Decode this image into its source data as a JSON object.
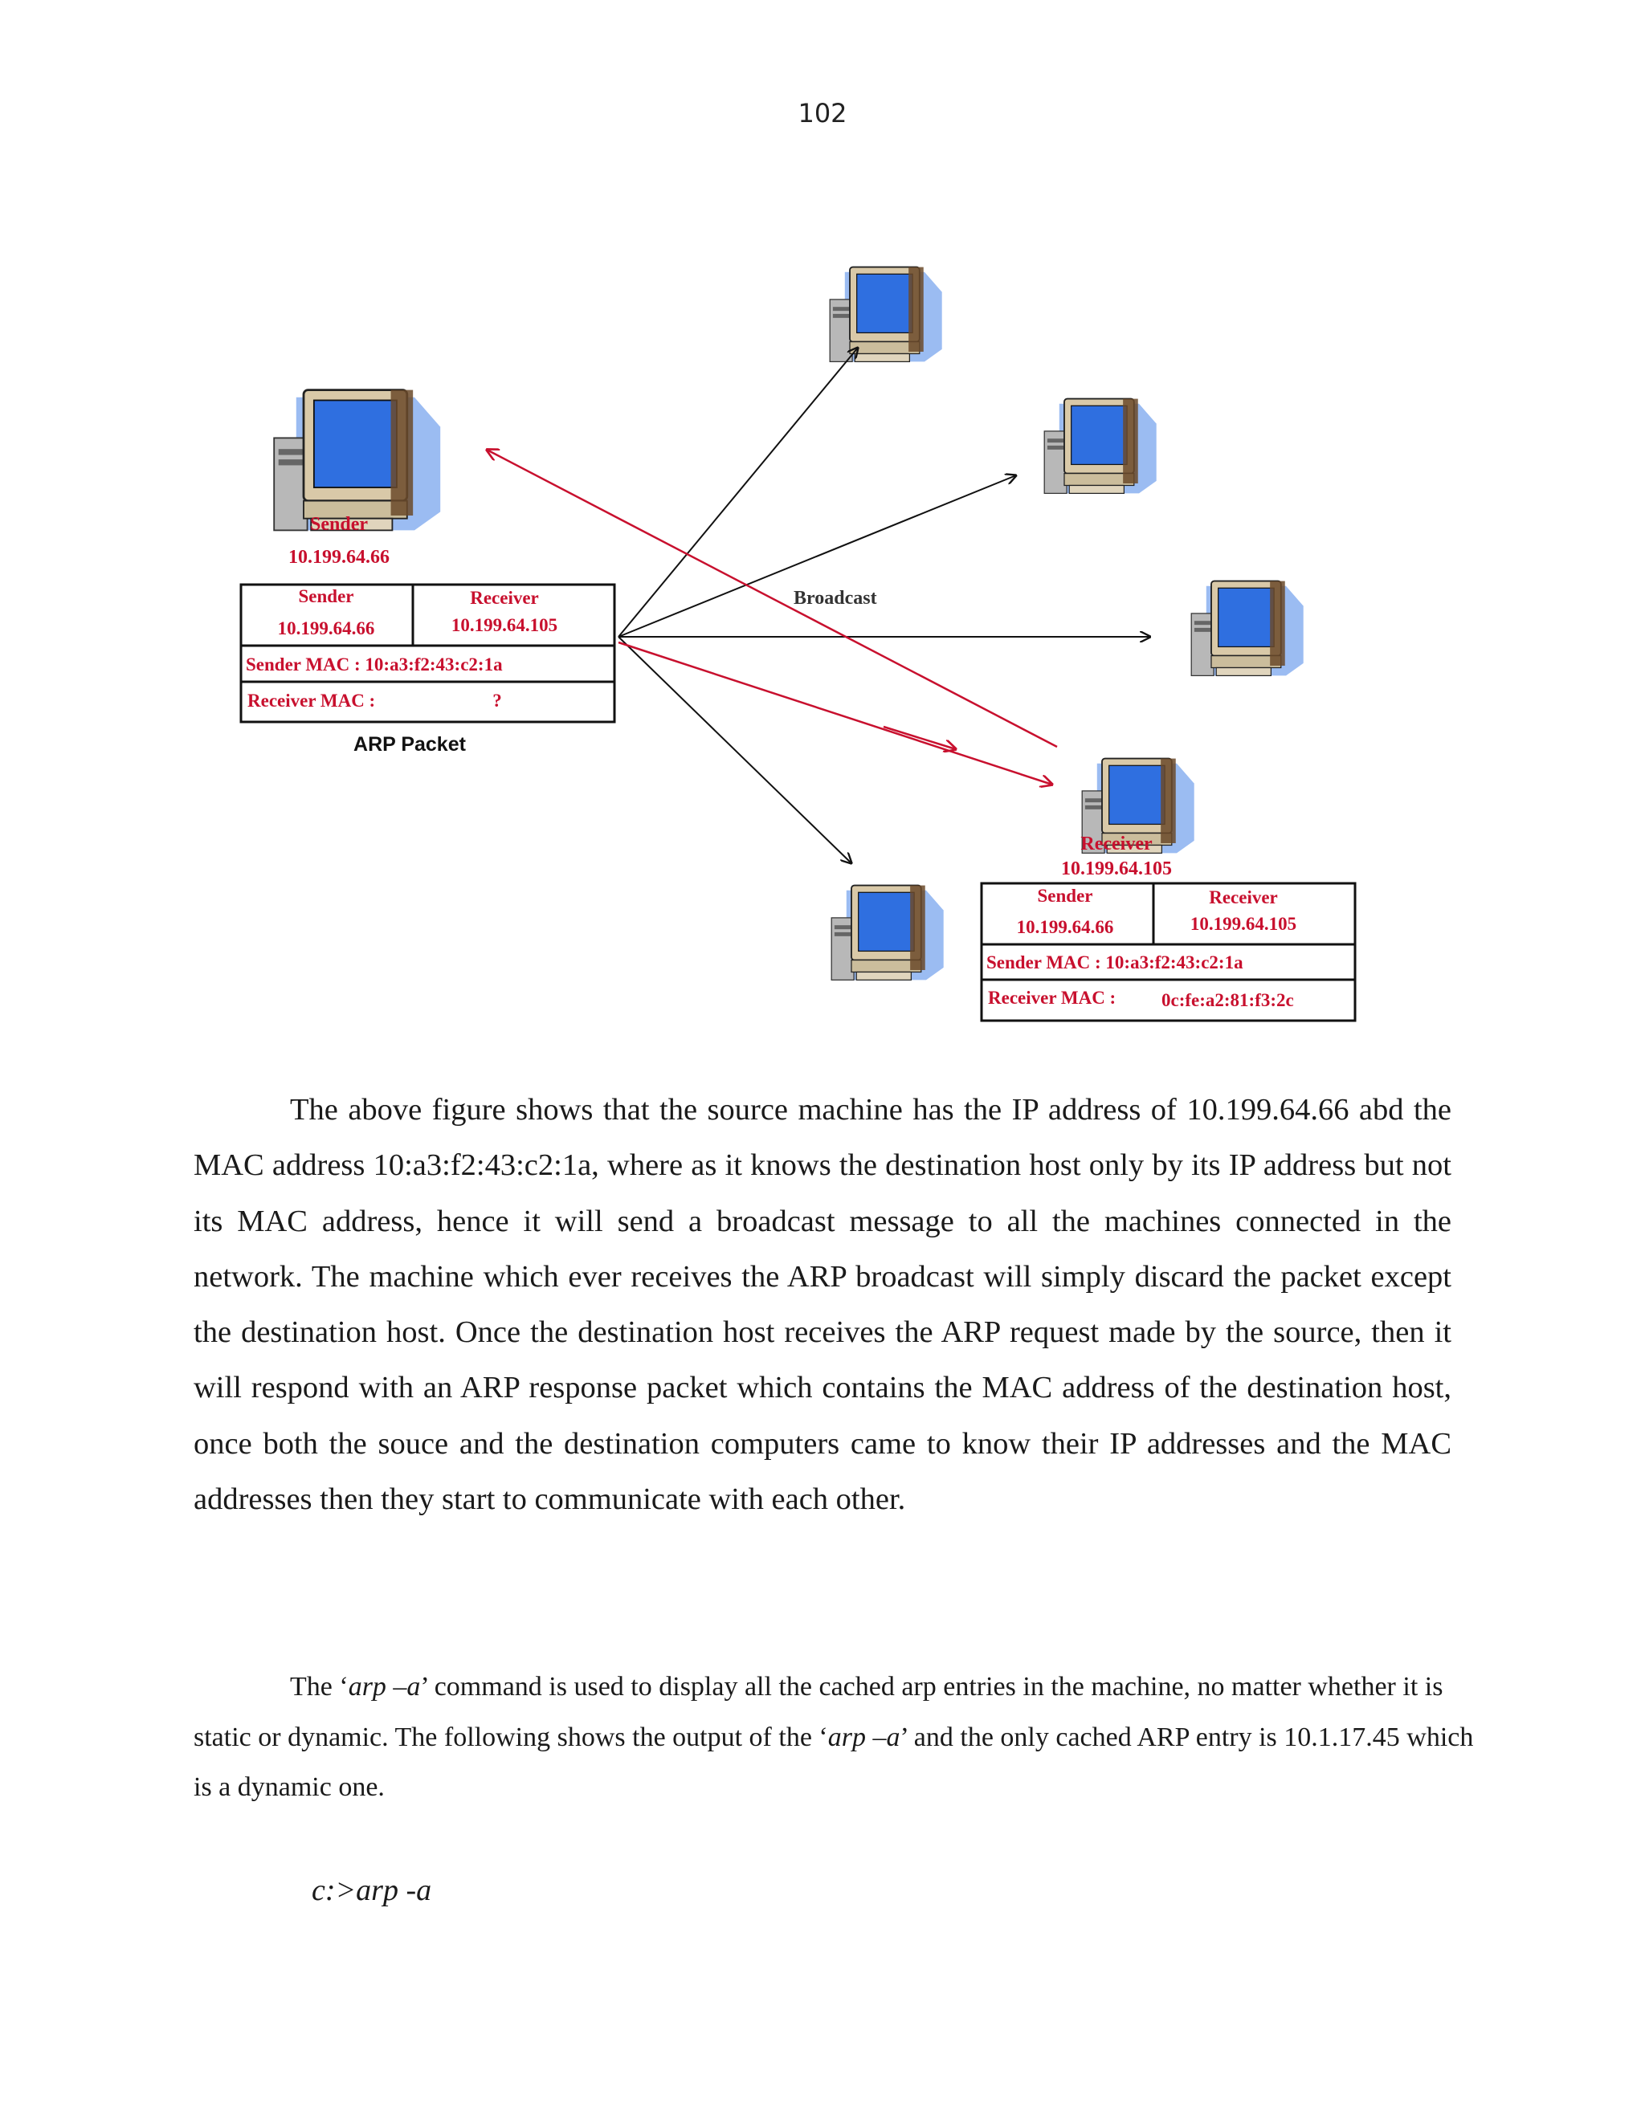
{
  "page": {
    "number": "102"
  },
  "diagram": {
    "broadcast_label": "Broadcast",
    "sender_host": {
      "title": "Sender",
      "ip": "10.199.64.66"
    },
    "receiver_host": {
      "title": "Receiver",
      "ip": "10.199.64.105"
    },
    "arp_request_table": {
      "sender_header": "Sender",
      "sender_ip": "10.199.64.66",
      "receiver_header": "Receiver",
      "receiver_ip": "10.199.64.105",
      "sender_mac_row": "Sender MAC : 10:a3:f2:43:c2:1a",
      "receiver_mac_label": "Receiver MAC :",
      "receiver_mac_value": "?",
      "caption": "ARP Packet"
    },
    "arp_reply_table": {
      "sender_header": "Sender",
      "sender_ip": "10.199.64.66",
      "receiver_header": "Receiver",
      "receiver_ip": "10.199.64.105",
      "sender_mac_row": "Sender MAC : 10:a3:f2:43:c2:1a",
      "receiver_mac_label": "Receiver MAC :",
      "receiver_mac_value": "0c:fe:a2:81:f3:2c"
    },
    "colors": {
      "red": "#c8102e",
      "black": "#111111",
      "monitor_blue": "#2f6fe0",
      "shadow_blue": "#8ab0f0"
    }
  },
  "body": {
    "paragraph_1": "The above figure shows that the source machine has the IP address of 10.199.64.66 abd the MAC address 10:a3:f2:43:c2:1a, where as it knows the destination host only by its IP address but not its MAC address, hence it will send a broadcast message to all the machines connected in the network. The machine which ever receives the ARP broadcast will simply discard the packet except the destination host. Once the destination host receives the ARP request made by the source, then it will respond with an ARP response packet which contains the MAC address of the destination host, once both the souce and the destination computers came to know their IP addresses and the MAC addresses then they start to communicate with each other.",
    "paragraph_2": {
      "part_1": "The ‘",
      "cmd_1": "arp –a",
      "part_2": "’ command is used to display all the cached arp entries in the machine, no matter whether it is static or dynamic.  The following shows the output of the ‘",
      "cmd_2": "arp –a",
      "part_3": "’ and the only cached ARP entry is 10.1.17.45 which is a dynamic one."
    },
    "command": "c:>arp -a"
  }
}
